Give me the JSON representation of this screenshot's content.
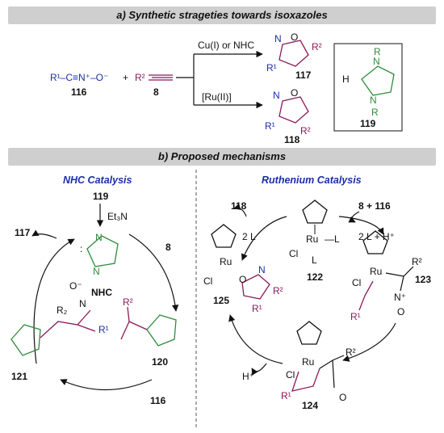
{
  "section_a": {
    "title": "a) Synthetic strageties towards isoxazoles"
  },
  "section_b": {
    "title": "b) Proposed mechanisms"
  },
  "part_a": {
    "nitrile_oxide": "R¹–C≡N⁺–O⁻",
    "nitrile_oxide_num": "116",
    "plus": "+",
    "alkyne": "R²",
    "alkyne_num": "8",
    "upper_condition": "Cu(I) or NHC",
    "lower_condition": "[Ru(II)]",
    "product_117": "117",
    "product_118": "118",
    "nhc_119": "119"
  },
  "nhc": {
    "heading": "NHC Catalysis",
    "c119": "119",
    "reagent": "Et₃N",
    "nhc_label": "NHC",
    "c117": "117",
    "c8": "8",
    "c120": "120",
    "c121": "121",
    "c116": "116"
  },
  "ru": {
    "heading": "Ruthenium Catalysis",
    "c118": "118",
    "in_top": "8 + 116",
    "two_l_left": "2 L",
    "two_l_right": "2 L + H⁺",
    "c122": "122",
    "c123": "123",
    "c125": "125",
    "c124": "124",
    "h_plus": "H⁺"
  }
}
